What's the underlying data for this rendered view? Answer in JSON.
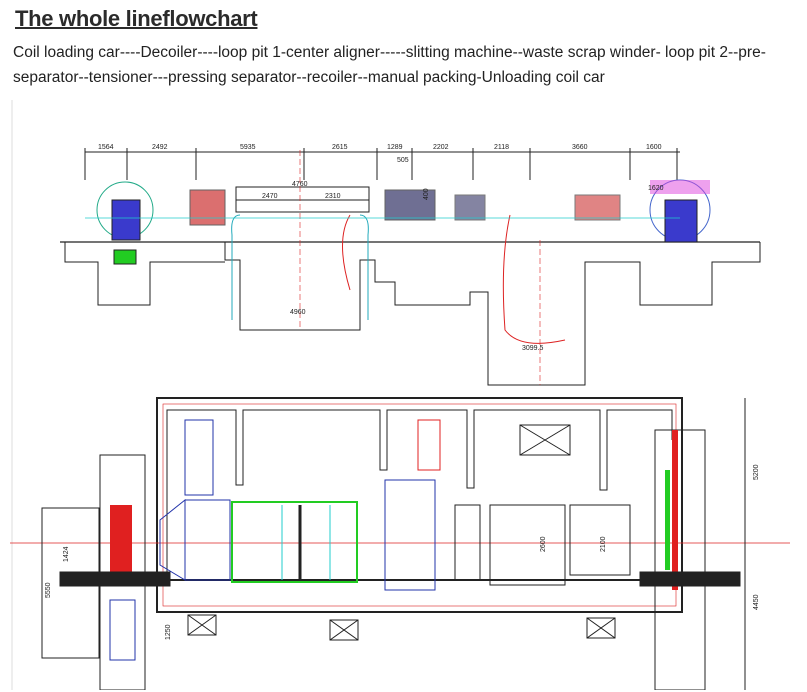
{
  "heading": "The whole lineflowchart",
  "description": "Coil loading car----Decoiler----loop pit 1-center aligner-----slitting machine--waste scrap winder- loop pit 2--pre-separator--tensioner---pressing separator--recoiler--manual packing-Unloading coil car",
  "drawing": {
    "elevation_dimensions": [
      "1564",
      "2492",
      "5935",
      "2615",
      "1289",
      "2202",
      "2118",
      "3660",
      "1600"
    ],
    "inner_dimensions": [
      "4760",
      "2470",
      "2310",
      "505",
      "400",
      "1620",
      "4960",
      "3099.5"
    ],
    "plan_dimensions": [
      "5200",
      "4450",
      "5550",
      "1424",
      "1250",
      "2600",
      "2100"
    ],
    "colors": {
      "line": "#222222",
      "red": "#e02020",
      "blue": "#2233aa",
      "green": "#22cc22",
      "cyan": "#22cccc",
      "magenta": "#cc33cc"
    }
  }
}
